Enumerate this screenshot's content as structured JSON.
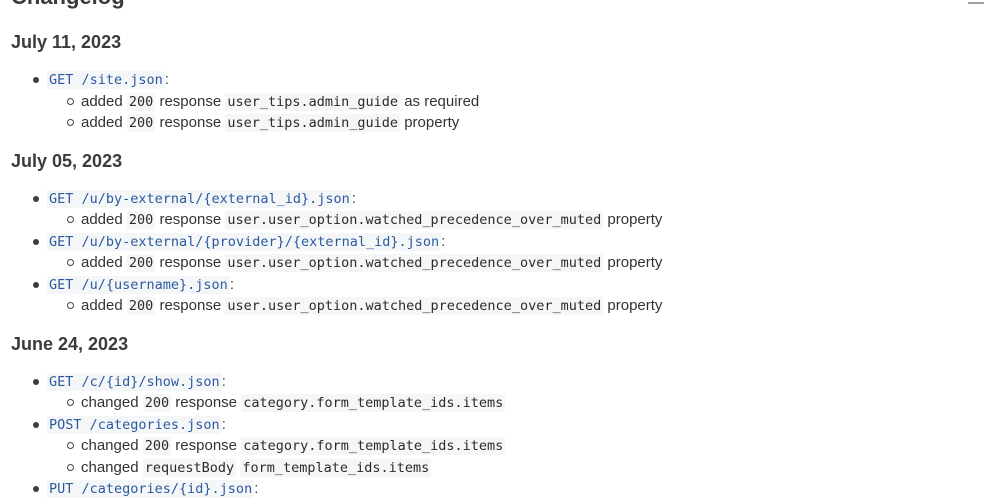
{
  "page": {
    "title": "Changelog"
  },
  "sections": [
    {
      "date": "July 11, 2023",
      "endpoints": [
        {
          "label": "GET /site.json",
          "changes": [
            {
              "verb": "added",
              "code": "200",
              "word": "response",
              "field": "user_tips.admin_guide",
              "suffix": "as required"
            },
            {
              "verb": "added",
              "code": "200",
              "word": "response",
              "field": "user_tips.admin_guide",
              "suffix": "property"
            }
          ]
        }
      ]
    },
    {
      "date": "July 05, 2023",
      "endpoints": [
        {
          "label": "GET /u/by-external/{external_id}.json",
          "changes": [
            {
              "verb": "added",
              "code": "200",
              "word": "response",
              "field": "user.user_option.watched_precedence_over_muted",
              "suffix": "property"
            }
          ]
        },
        {
          "label": "GET /u/by-external/{provider}/{external_id}.json",
          "changes": [
            {
              "verb": "added",
              "code": "200",
              "word": "response",
              "field": "user.user_option.watched_precedence_over_muted",
              "suffix": "property"
            }
          ]
        },
        {
          "label": "GET /u/{username}.json",
          "changes": [
            {
              "verb": "added",
              "code": "200",
              "word": "response",
              "field": "user.user_option.watched_precedence_over_muted",
              "suffix": "property"
            }
          ]
        }
      ]
    },
    {
      "date": "June 24, 2023",
      "endpoints": [
        {
          "label": "GET /c/{id}/show.json",
          "changes": [
            {
              "verb": "changed",
              "code": "200",
              "word": "response",
              "field": "category.form_template_ids.items",
              "suffix": ""
            }
          ]
        },
        {
          "label": "POST /categories.json",
          "changes": [
            {
              "verb": "changed",
              "code": "200",
              "word": "response",
              "field": "category.form_template_ids.items",
              "suffix": ""
            },
            {
              "verb": "changed",
              "code": "requestBody",
              "word": "",
              "field": "form_template_ids.items",
              "suffix": ""
            }
          ]
        },
        {
          "label": "PUT /categories/{id}.json",
          "changes": []
        }
      ]
    }
  ]
}
